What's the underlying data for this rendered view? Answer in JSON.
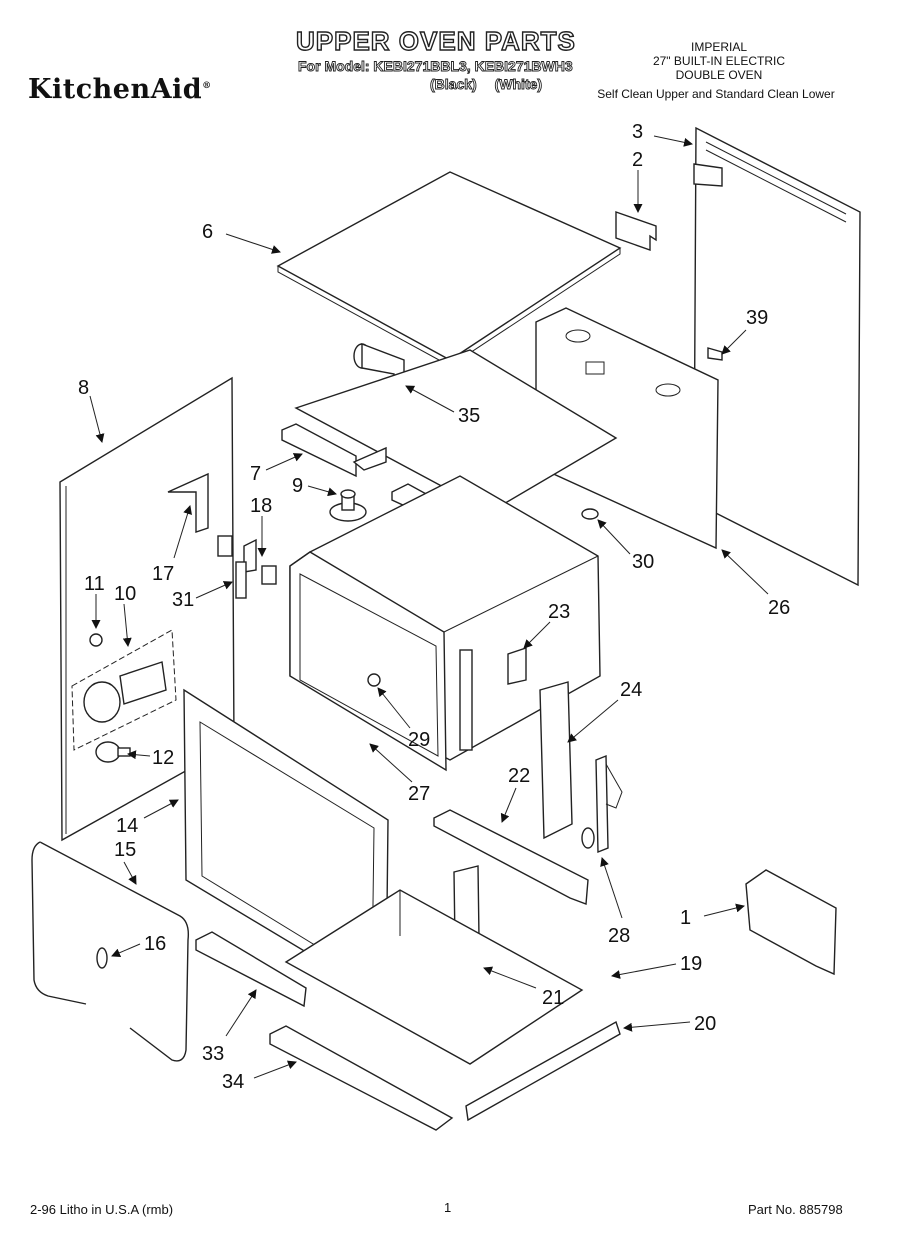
{
  "header": {
    "brand": "KitchenAid",
    "brand_mark": "®",
    "title": "UPPER OVEN PARTS",
    "model_line": "For Model: KEBI271BBL3, KEBI271BWH3",
    "color_line": "(Black)  (White)",
    "description": [
      "IMPERIAL",
      "27\" BUILT-IN ELECTRIC",
      "DOUBLE OVEN",
      "Self Clean Upper and Standard Clean Lower"
    ]
  },
  "footer": {
    "litho": "2-96 Litho in U.S.A (rmb)",
    "page": "1",
    "part_no": "Part No. 885798"
  },
  "callouts": [
    "1",
    "2",
    "3",
    "6",
    "7",
    "8",
    "9",
    "10",
    "11",
    "12",
    "14",
    "15",
    "16",
    "17",
    "18",
    "19",
    "20",
    "21",
    "22",
    "23",
    "24",
    "26",
    "27",
    "28",
    "29",
    "30",
    "31",
    "33",
    "34",
    "35",
    "39"
  ]
}
